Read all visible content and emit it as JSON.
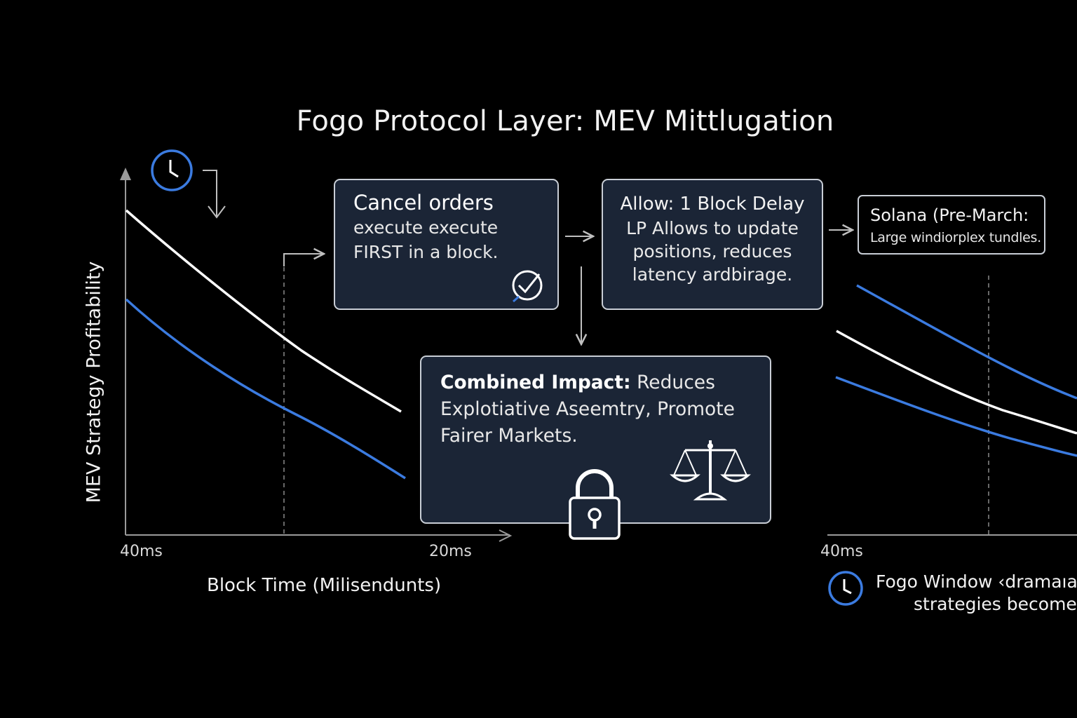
{
  "title": "Fogo Protocol Layer: MEV Mittlugation",
  "left_chart": {
    "ylabel": "MEV Strategy Profitability",
    "xlabel": "Block Time (Milisendunts)",
    "x_tick_left": "40ms",
    "x_tick_right": "20ms"
  },
  "right_chart": {
    "x_tick_left": "40ms"
  },
  "box_cancel": {
    "head": "Cancel orders",
    "line1": "execute execute",
    "line2": "FIRST in a block."
  },
  "box_delay": {
    "line1": "Allow: 1 Block Delay",
    "line2": "LP Allows to update",
    "line3": "positions, reduces",
    "line4": "latency ardbirage."
  },
  "box_combined": {
    "strong": "Combined Impact:",
    "rest": " Reduces",
    "line2": "Explotiative Aseemtry, Promote",
    "line3": "Fairer Markets."
  },
  "box_solana": {
    "line1": "Solana (Pre-March:",
    "line2": "Large windiorplex tundles."
  },
  "note": {
    "line1": "Fogo Window ‹dramaıat",
    "line2": "strategies become"
  },
  "colors": {
    "background": "#000000",
    "box_fill": "#1b2536",
    "box_border": "#c9ced6",
    "accent_blue": "#3b7be0",
    "curve_white": "#ffffff"
  },
  "icons": [
    "clock-icon",
    "check-circle-icon",
    "lock-icon",
    "scales-icon",
    "arrow-right-icon",
    "arrow-down-icon"
  ]
}
